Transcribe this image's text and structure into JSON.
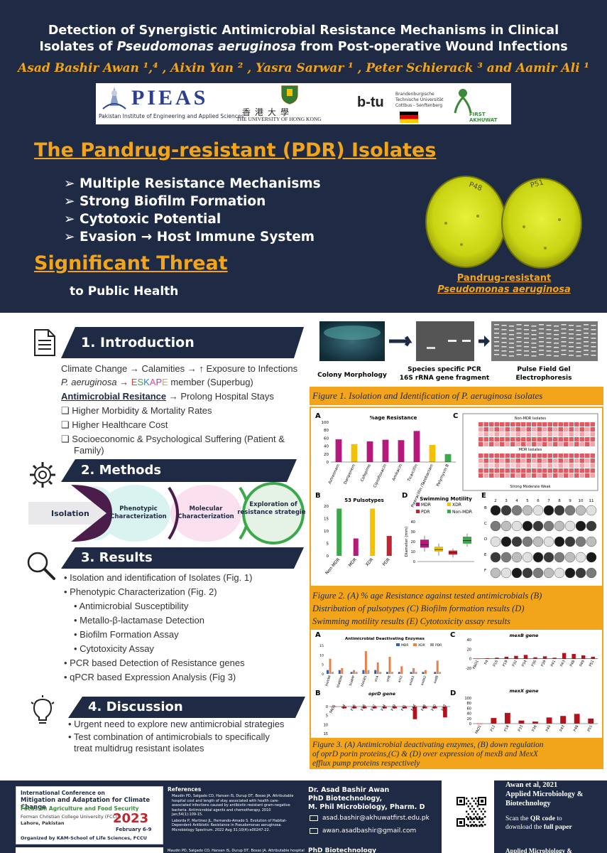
{
  "header": {
    "title_line1": "Detection of Synergistic Antimicrobial Resistance Mechanisms in Clinical",
    "title_line2_pre": "Isolates of ",
    "title_line2_italic": "Pseudomonas aeruginosa",
    "title_line2_post": " from Post-operative Wound Infections",
    "authors": "Asad Bashir Awan ¹,⁴ , Aixin Yan ² , Yasra Sarwar ¹ , Peter Schierack ³ and Aamir Ali ¹",
    "logos": {
      "pieas_word": "PIEAS",
      "pieas_sub": "Pakistan Institute of Engineering and Applied Sciences",
      "hku_cn": "香港大學",
      "hku_en": "THE UNIVERSITY OF HONG KONG",
      "btu_word": "b-tu",
      "btu_text": "Brandenburgische Technische Universität Cottbus - Senftenberg",
      "akh_text": "FIRST AKHUWAT"
    }
  },
  "pdr": {
    "title": "The Pandrug-resistant (PDR) Isolates",
    "bullets": [
      "Multiple Resistance Mechanisms",
      "Strong Biofilm Formation",
      "Cytotoxic Potential",
      "Evasion → Host Immune System"
    ],
    "threat": "Significant Threat",
    "health": "to Public Health",
    "plate_labels": [
      "P48",
      "P51"
    ],
    "plate_caption1": "Pandrug-resistant",
    "plate_caption2": "Pseudomonas aeruginosa"
  },
  "intro": {
    "heading": "1. Introduction",
    "line1": "Climate Change → Calamities → ↑ Exposure to Infections",
    "line2_species": "P. aeruginosa",
    "line2_arrow": " → ",
    "eskape": [
      {
        "ch": "E",
        "color": "#e8413c"
      },
      {
        "ch": "S",
        "color": "#3aa84b"
      },
      {
        "ch": "K",
        "color": "#2d7fd3"
      },
      {
        "ch": "A",
        "color": "#e14ba0"
      },
      {
        "ch": "P",
        "color": "#9b46b8"
      },
      {
        "ch": "E",
        "color": "#f2a51a"
      }
    ],
    "line2_post": " member (Superbug)",
    "amr_link": "Antimicrobial Resitance",
    "amr_post": " → Prolong Hospital Stays",
    "checks": [
      "Higher Morbidity & Mortality Rates",
      "Higher Healthcare Cost",
      "Socioeconomic & Psychological Suffering (Patient &",
      "Family)"
    ]
  },
  "methods": {
    "heading": "2. Methods",
    "steps": [
      "Isolation",
      "Phenotypic Characterization",
      "Molecular Characterization",
      "Exploration of resistance strategies"
    ]
  },
  "results": {
    "heading": "3. Results",
    "items": [
      "• Isolation and identification of Isolates (Fig. 1)",
      "• Phenotypic Characterization (Fig. 2)",
      "• Antimicrobial Susceptibility",
      "• Metallo-β-lactamase Detection",
      "• Biofilm Formation Assay",
      "• Cytotoxicity Assay",
      "• PCR based Detection of Resistance genes",
      "• qPCR based Expression Analysis (Fig 3)"
    ]
  },
  "discussion": {
    "heading": "4. Discussion",
    "items": [
      "• Urgent need to explore new antimicrobial strategies",
      "• Test combination of antimicrobials to specifically",
      "treat multidrug resistant isolates"
    ]
  },
  "fig1": {
    "labels": [
      "Colony Morphology",
      "Species specific PCR",
      "16S rRNA gene fragment",
      "Pulse Field Gel",
      "Electrophoresis"
    ],
    "caption_pre": "Figure 1. Isolation and Identification of ",
    "caption_italic": "P. aeruginosa",
    "caption_post": " isolates"
  },
  "fig2": {
    "caption": [
      "Figure 2. (A) % age  Resistance against tested antimicrobials (B)",
      "Distribution of pulsotypes (C) Biofilm formation results (D)",
      "Swimming motility results (E) Cytotoxicity assay results"
    ],
    "panel_letters": [
      "A",
      "B",
      "C",
      "D",
      "E"
    ],
    "heatmap_title1": "Non-MDR Isolates",
    "heatmap_title2": "MDR Isolates",
    "heatmap_legend": "Strong   Moderate   Weak",
    "well_cols": [
      "2",
      "3",
      "4",
      "5",
      "6",
      "7",
      "8",
      "9",
      "10",
      "11"
    ],
    "well_rows": [
      "B",
      "C",
      "D",
      "E",
      "F"
    ]
  },
  "fig3": {
    "caption": [
      "Figure 3. (A) Antimicrobial deactivating enzymes, (B) down regulation",
      "of oprD porin proteins,(C) & (D) over expression of mexB and MexX",
      "efflux pump proteins respectively"
    ],
    "panel_letters": [
      "A",
      "B",
      "C",
      "D"
    ]
  },
  "chart_data": [
    {
      "type": "bar",
      "title": "%age Resistance",
      "categories": [
        "Aztreonam",
        "Doripenem",
        "Cefepime",
        "Ciprofloxacin",
        "Amikacin",
        "Ticarcillin",
        "Piperacillin /Tazobactam",
        "Polymyxin B"
      ],
      "values": [
        57,
        45,
        52,
        56,
        55,
        78,
        43,
        20
      ],
      "colors": [
        "#b5197a",
        "#f2c200",
        "#b5197a",
        "#b5197a",
        "#b5197a",
        "#b5197a",
        "#f2c200",
        "#3aa84b"
      ],
      "ylim": [
        0,
        100
      ],
      "yticks": [
        0,
        20,
        40,
        60,
        80,
        100
      ]
    },
    {
      "type": "bar",
      "title": "53 Pulsotypes",
      "categories": [
        "Non-MDR",
        "MDR",
        "XDR",
        "PDR"
      ],
      "values": [
        19,
        7,
        19,
        8
      ],
      "colors": [
        "#3aa84b",
        "#b5197a",
        "#f2c200",
        "#c0262d"
      ],
      "ylim": [
        0,
        20
      ],
      "yticks": [
        0,
        5,
        10,
        15,
        20
      ]
    },
    {
      "type": "box",
      "title": "Swimming Motility",
      "series": [
        {
          "name": "MDR",
          "color": "#b5197a",
          "q1": 14,
          "median": 17,
          "q3": 22,
          "min": 10,
          "max": 26
        },
        {
          "name": "XDR",
          "color": "#f2c200",
          "q1": 10,
          "median": 12,
          "q3": 15,
          "min": 6,
          "max": 18
        },
        {
          "name": "PDR",
          "color": "#c0262d",
          "q1": 7,
          "median": 9,
          "q3": 11,
          "min": 4,
          "max": 13
        },
        {
          "name": "Non-MDR",
          "color": "#3aa84b",
          "q1": 18,
          "median": 21,
          "q3": 25,
          "min": 15,
          "max": 28
        }
      ],
      "ylabel": "Diameter (mm)",
      "ylim": [
        0,
        40
      ],
      "yticks": [
        0,
        10,
        20,
        30,
        40
      ]
    },
    {
      "type": "bar",
      "title": "Antimicrobial Deactivating Enzymes",
      "categories": [
        "blaVIM",
        "blaNDM",
        "blaIMP",
        "blaGES",
        "strA",
        "strB",
        "ant2",
        "aadA1",
        "aadA2",
        "aadB"
      ],
      "series": [
        {
          "name": "MDR",
          "color": "#2d5fb3",
          "values": [
            2,
            2,
            1,
            2,
            2,
            1,
            1,
            1,
            1,
            1
          ]
        },
        {
          "name": "XDR",
          "color": "#e8804a",
          "values": [
            8,
            3,
            2,
            12,
            6,
            9,
            4,
            3,
            2,
            7
          ]
        },
        {
          "name": "PDR",
          "color": "#9aa0a8",
          "values": [
            1,
            0,
            1,
            2,
            1,
            1,
            0,
            1,
            0,
            1
          ]
        }
      ],
      "ylim": [
        0,
        15
      ],
      "yticks": [
        0,
        5,
        10,
        15
      ]
    },
    {
      "type": "bar",
      "title": "oprD gene",
      "categories": [
        "PAO1",
        "P4",
        "P16",
        "P18",
        "P32",
        "P34",
        "P39",
        "P41",
        "P44",
        "P48",
        "P50",
        "P53"
      ],
      "values": [
        0,
        -1,
        -1,
        -1,
        -1,
        -1,
        -1,
        -1,
        -7,
        -1,
        -1,
        -6
      ],
      "color": "#b5121b",
      "ylim": [
        -15,
        0
      ],
      "yticks": [
        0,
        5,
        10,
        15
      ]
    },
    {
      "type": "bar",
      "title": "mexB gene",
      "categories": [
        "PAO1",
        "P4",
        "P16",
        "P18",
        "P32",
        "P34",
        "P36",
        "P39",
        "P41",
        "P43",
        "P48",
        "P49",
        "P51"
      ],
      "values": [
        0,
        1,
        2,
        4,
        6,
        8,
        3,
        5,
        2,
        12,
        10,
        7,
        4
      ],
      "color": "#b5121b",
      "ylim": [
        -20,
        40
      ],
      "yticks": [
        -20,
        0,
        20,
        40
      ]
    },
    {
      "type": "bar",
      "title": "mexX gene",
      "categories": [
        "PAO1",
        "P12",
        "P18",
        "P33",
        "P36",
        "P40",
        "P43",
        "P48",
        "P51"
      ],
      "values": [
        0,
        22,
        42,
        12,
        8,
        24,
        30,
        38,
        20
      ],
      "color": "#b5121b",
      "ylim": [
        0,
        100
      ],
      "yticks": [
        0,
        20,
        40,
        60,
        80,
        100
      ]
    }
  ],
  "footer": {
    "conference_line1": "International Conference on",
    "conference_line2": "Mitigation and Adaptation for Climate Change",
    "conference_line3": "Focus on Agriculture and Food Security",
    "conference_year": "2023",
    "conference_place1": "Forman Christian College University (FCCU)",
    "conference_place2": "Lahore, Pakistan",
    "conference_dates": "February 6-9",
    "conference_org": "Organized by KAM-School of Life Sciences, FCCU",
    "references_title": "References",
    "ref1": "Maudin PD, Salgado CD, Hansen IS, Durup DT, Bosso JA. Attributable hospital cost and length of stay associated with health care-associated infections caused by antibiotic-resistant gram-negative bacteria. Antimicrobial agents and chemotherapy. 2010 Jan;54(1):109-15.",
    "ref2": "Laborda P, Martinez JL, Hernando-Amado S. Evolution of Habitat-Dependent Antibiotic Resistance in Pseudomonas aeruginosa. Microbiology Spectrum. 2022 Aug 31;10(4):e00247-22.",
    "name": "Dr. Asad Bashir Awan",
    "degree1": "PhD Biotechnology,",
    "degree2": "M. Phil Microbiology, Pharm. D",
    "email1": "asad.bashir@akhuwatfirst.edu.pk",
    "email2": "awan.asadbashir@gmail.com",
    "paper_line1": "Awan et al, 2021",
    "paper_line2": "Applied Microbiology &",
    "paper_line3": "Biotechnology",
    "qr_line1_pre": "Scan the ",
    "qr_line1_bold": "QR code",
    "qr_line1_post": " to",
    "qr_line2_pre": "download the ",
    "qr_line2_bold": "full paper",
    "bottom_ref": "Maudin PD, Salgado CD, Hansen IS, Durup DT, Bosso JA. Attributable hospital",
    "bottom_degree": "PhD Biotechnology",
    "bottom_paper": "Applied Microbiology &"
  }
}
